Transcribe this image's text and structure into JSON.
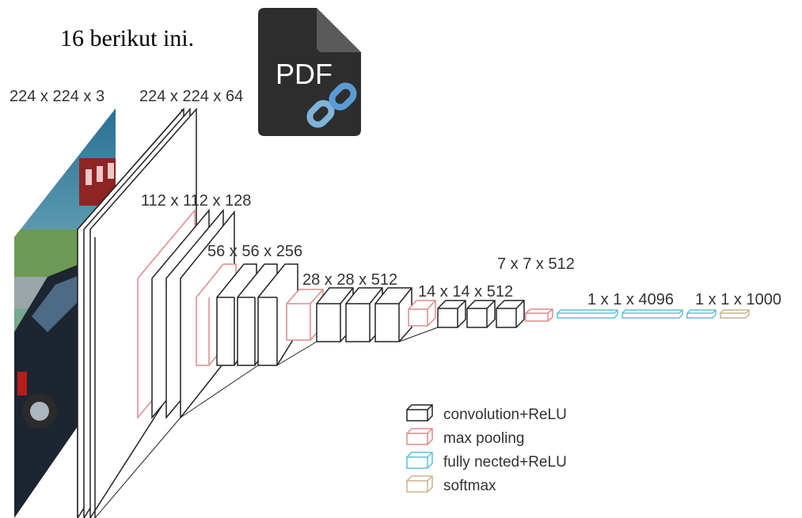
{
  "caption": "16 berikut ini.",
  "pdf_icon": {
    "label": "PDF",
    "icon": "pdf-link-icon"
  },
  "input_image": {
    "description_icon": "car-photo"
  },
  "layer_labels": {
    "input": "224 x 224 x 3",
    "conv1": "224 x 224 x 64",
    "conv2": "112 x 112 x 128",
    "conv3": "56 x 56 x 256",
    "conv4": "28 x 28 x 512",
    "conv5": "14 x 14 x 512",
    "pool5": "7 x 7 x 512",
    "fc": "1 x 1 x 4096",
    "softmax": "1 x 1 x 1000"
  },
  "legend": {
    "items": [
      {
        "label": "convolution+ReLU",
        "color": "#222222"
      },
      {
        "label": "max pooling",
        "color": "#e08a8a"
      },
      {
        "label": "fully nected+ReLU",
        "color": "#5bc0de"
      },
      {
        "label": "softmax",
        "color": "#c8b48a"
      }
    ]
  },
  "colors": {
    "conv": "#222222",
    "pool": "#e08a8a",
    "fc": "#5bc0de",
    "softmax": "#c8b48a"
  }
}
